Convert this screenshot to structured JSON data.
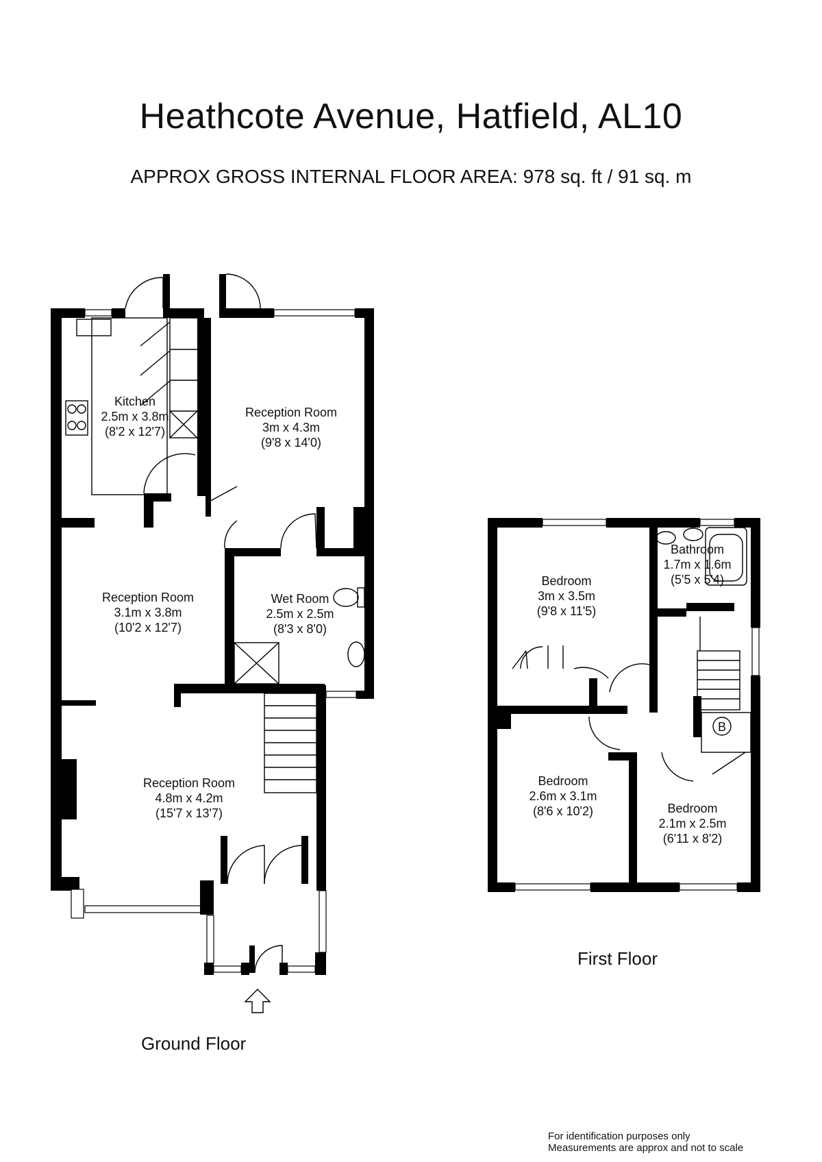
{
  "title": "Heathcote Avenue, Hatfield, AL10",
  "subtitle": "APPROX GROSS INTERNAL FLOOR AREA:  978 sq. ft / 91 sq. m",
  "floors": {
    "ground": "Ground Floor",
    "first": "First Floor"
  },
  "rooms": {
    "kitchen": {
      "name": "Kitchen",
      "metric": "2.5m x 3.8m",
      "imperial": "(8'2 x 12'7)"
    },
    "reception_rear": {
      "name": "Reception Room",
      "metric": "3m x 4.3m",
      "imperial": "(9'8 x 14'0)"
    },
    "reception_mid": {
      "name": "Reception Room",
      "metric": "3.1m x 3.8m",
      "imperial": "(10'2 x 12'7)"
    },
    "wet_room": {
      "name": "Wet Room",
      "metric": "2.5m x 2.5m",
      "imperial": "(8'3 x 8'0)"
    },
    "reception_front": {
      "name": "Reception Room",
      "metric": "4.8m x 4.2m",
      "imperial": "(15'7 x 13'7)"
    },
    "bedroom_1": {
      "name": "Bedroom",
      "metric": "3m x 3.5m",
      "imperial": "(9'8 x 11'5)"
    },
    "bathroom": {
      "name": "Bathroom",
      "metric": "1.7m x 1.6m",
      "imperial": "(5'5 x 5'4)"
    },
    "bedroom_2": {
      "name": "Bedroom",
      "metric": "2.6m x 3.1m",
      "imperial": "(8'6 x 10'2)"
    },
    "bedroom_3": {
      "name": "Bedroom",
      "metric": "2.1m x 2.5m",
      "imperial": "(6'11 x 8'2)"
    }
  },
  "boiler_symbol": "B",
  "disclaimer": {
    "line1": "For identification purposes only",
    "line2": "Measurements are approx and not to scale"
  }
}
